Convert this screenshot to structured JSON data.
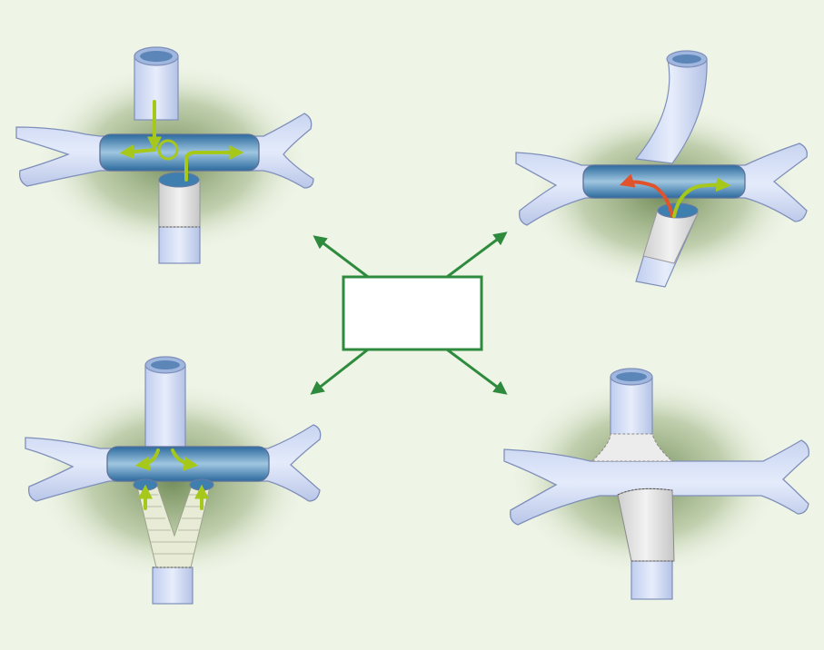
{
  "diagram": {
    "center_label": "",
    "colors": {
      "background": "#eef4e6",
      "vessel_fill": "#d6e0f6",
      "vessel_stroke": "#7f8fba",
      "lumen_fill": "#3f7fb0",
      "graft_fill": "#dcdcdc",
      "arrow_green": "#2e8b3e",
      "flow_arrow": "#a6c81a",
      "flow_arrow_red": "#e0532b",
      "shadow": "#4b6b2d"
    },
    "panels": [
      {
        "id": "top-left",
        "variant": "end-to-side cross with circular flow"
      },
      {
        "id": "top-right",
        "variant": "angled anastomosis with mixed flow"
      },
      {
        "id": "bottom-left",
        "variant": "bifurcated graft"
      },
      {
        "id": "bottom-right",
        "variant": "sutured cross without lumen view"
      }
    ]
  }
}
